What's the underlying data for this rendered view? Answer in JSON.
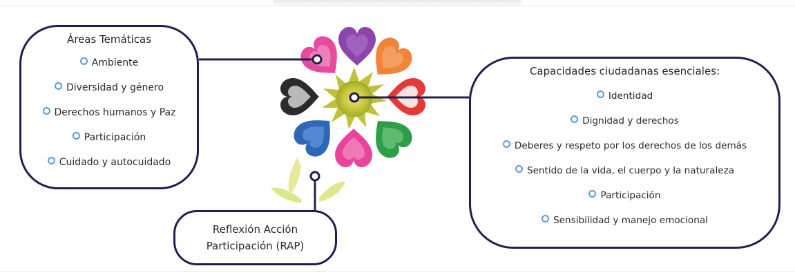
{
  "areas": {
    "title": "Áreas Temáticas",
    "items": [
      "Ambiente",
      "Diversidad y género",
      "Derechos humanos y Paz",
      "Participación",
      "Cuidado y autocuidado"
    ]
  },
  "capacidades": {
    "title": "Capacidades ciudadanas esenciales:",
    "items": [
      "Identidad",
      "Dignidad y derechos",
      "Deberes y respeto por los derechos de los demás",
      "Sentido de la vida, el cuerpo y la naturaleza",
      "Participación",
      "Sensibilidad y manejo emocional"
    ]
  },
  "rap": {
    "line1": "Reflexión Acción",
    "line2": "Participación (RAP)"
  },
  "colors": {
    "border": "#1f1f4f",
    "bullet": "#5b9bd5",
    "hearts": [
      "#8e44ad",
      "#f0843b",
      "#e53935",
      "#2e9e48",
      "#e8459a",
      "#2f67b8",
      "#2b2b2b",
      "#e84a9b"
    ],
    "center": "#c8c936"
  },
  "icons": [
    "bullet-circle-icon",
    "heart-flower-icon",
    "leaves-icon"
  ]
}
